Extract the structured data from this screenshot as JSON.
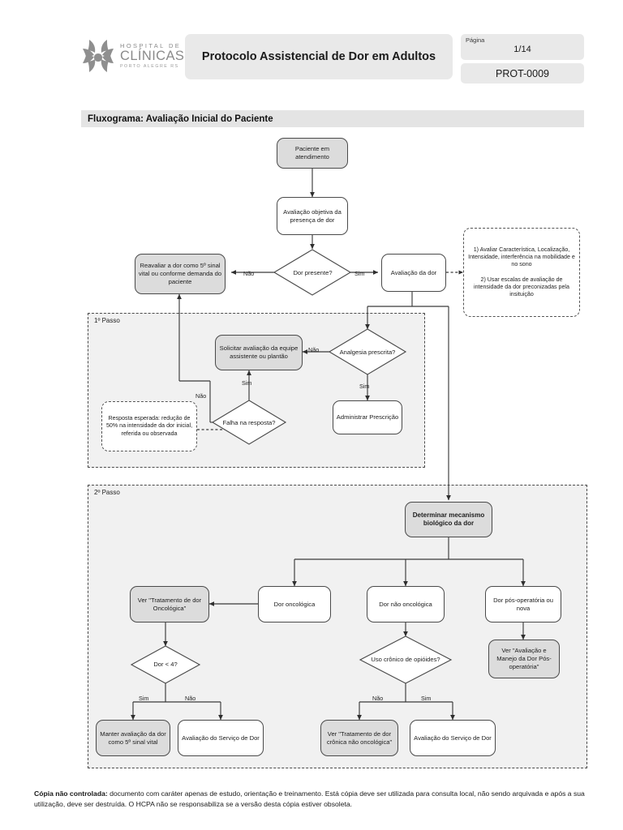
{
  "header": {
    "logo": {
      "line1": "HOSPITAL DE",
      "line2": "CLÍNICAS",
      "line3": "PORTO ALEGRE     RS"
    },
    "title": "Protocolo Assistencial de Dor em Adultos",
    "page_label": "Página",
    "page_value": "1/14",
    "doc_code": "PROT-0009"
  },
  "section": {
    "title": "Fluxograma: Avaliação Inicial do Paciente"
  },
  "flow": {
    "nodes": {
      "paciente_atendimento": "Paciente em atendimento",
      "avaliacao_objetiva": "Avaliação objetiva da presença de dor",
      "dor_presente": "Dor presente?",
      "reavaliar": "Reavaliar a dor como 5º sinal vital ou conforme demanda do paciente",
      "avaliacao_dor": "Avaliação da dor",
      "nota_avaliacao": "1) Avaliar Característica, Localização, Intensidade, interferência na mobilidade e no sono\n\n2) Usar escalas de avaliação de intensidade da dor preconizadas pela insituição",
      "analgesia_prescrita": "Analgesia prescrita?",
      "solicitar_avaliacao": "Solicitar avaliação da equipe assistente ou plantão",
      "administrar_prescricao": "Administrar Prescrição",
      "falha_resposta": "Falha na resposta?",
      "nota_resposta": "Resposta esperada: redução de 50% na intensidade da dor inicial, referida ou observada",
      "determinar_mecanismo": "Determinar mecanismo biológico da dor",
      "dor_oncologica": "Dor oncológica",
      "dor_nao_oncologica": "Dor não oncológica",
      "dor_pos_operatoria": "Dor pós-operatória ou nova",
      "ver_tratamento_oncologica": "Ver \"Tratamento de dor Oncológica\"",
      "ver_manejo_pos_operatoria": "Ver \"Avaliação e Manejo da Dor Pós-operatória\"",
      "dor_menor_4": "Dor < 4?",
      "uso_cronico_opioides": "Uso crônico de opióides?",
      "manter_avaliacao": "Manter avaliação da dor como 5º sinal vital",
      "avaliacao_servico_dor_1": "Avaliação do Serviço de Dor",
      "ver_tratamento_cronica": "Ver \"Tratamento de dor crônica não oncológica\"",
      "avaliacao_servico_dor_2": "Avaliação do Serviço de Dor"
    },
    "frames": {
      "passo1": "1º Passo",
      "passo2": "2º Passo"
    },
    "edge_labels": {
      "dor_presente_nao": "Não",
      "dor_presente_sim": "Sim",
      "analgesia_nao": "Não",
      "analgesia_sim": "Sim",
      "falha_sim": "Sim",
      "falha_nao": "Não",
      "dor4_sim": "Sim",
      "dor4_nao": "Não",
      "opioides_nao": "Não",
      "opioides_sim": "Sim"
    }
  },
  "footer": {
    "lead": "Cópia não controlada:",
    "text": " documento com caráter apenas de estudo, orientação e treinamento. Está cópia deve ser utilizada para consulta local, não sendo arquivada e após a sua utilização, deve ser destruída. O HCPA não se responsabiliza se a versão desta cópia estiver obsoleta."
  },
  "colors": {
    "shade": "#dcdcdc",
    "frame_bg": "#f1f1f1",
    "header_bg": "#e9e9e9",
    "section_bg": "#e4e4e4",
    "line": "#3a3a3a"
  }
}
